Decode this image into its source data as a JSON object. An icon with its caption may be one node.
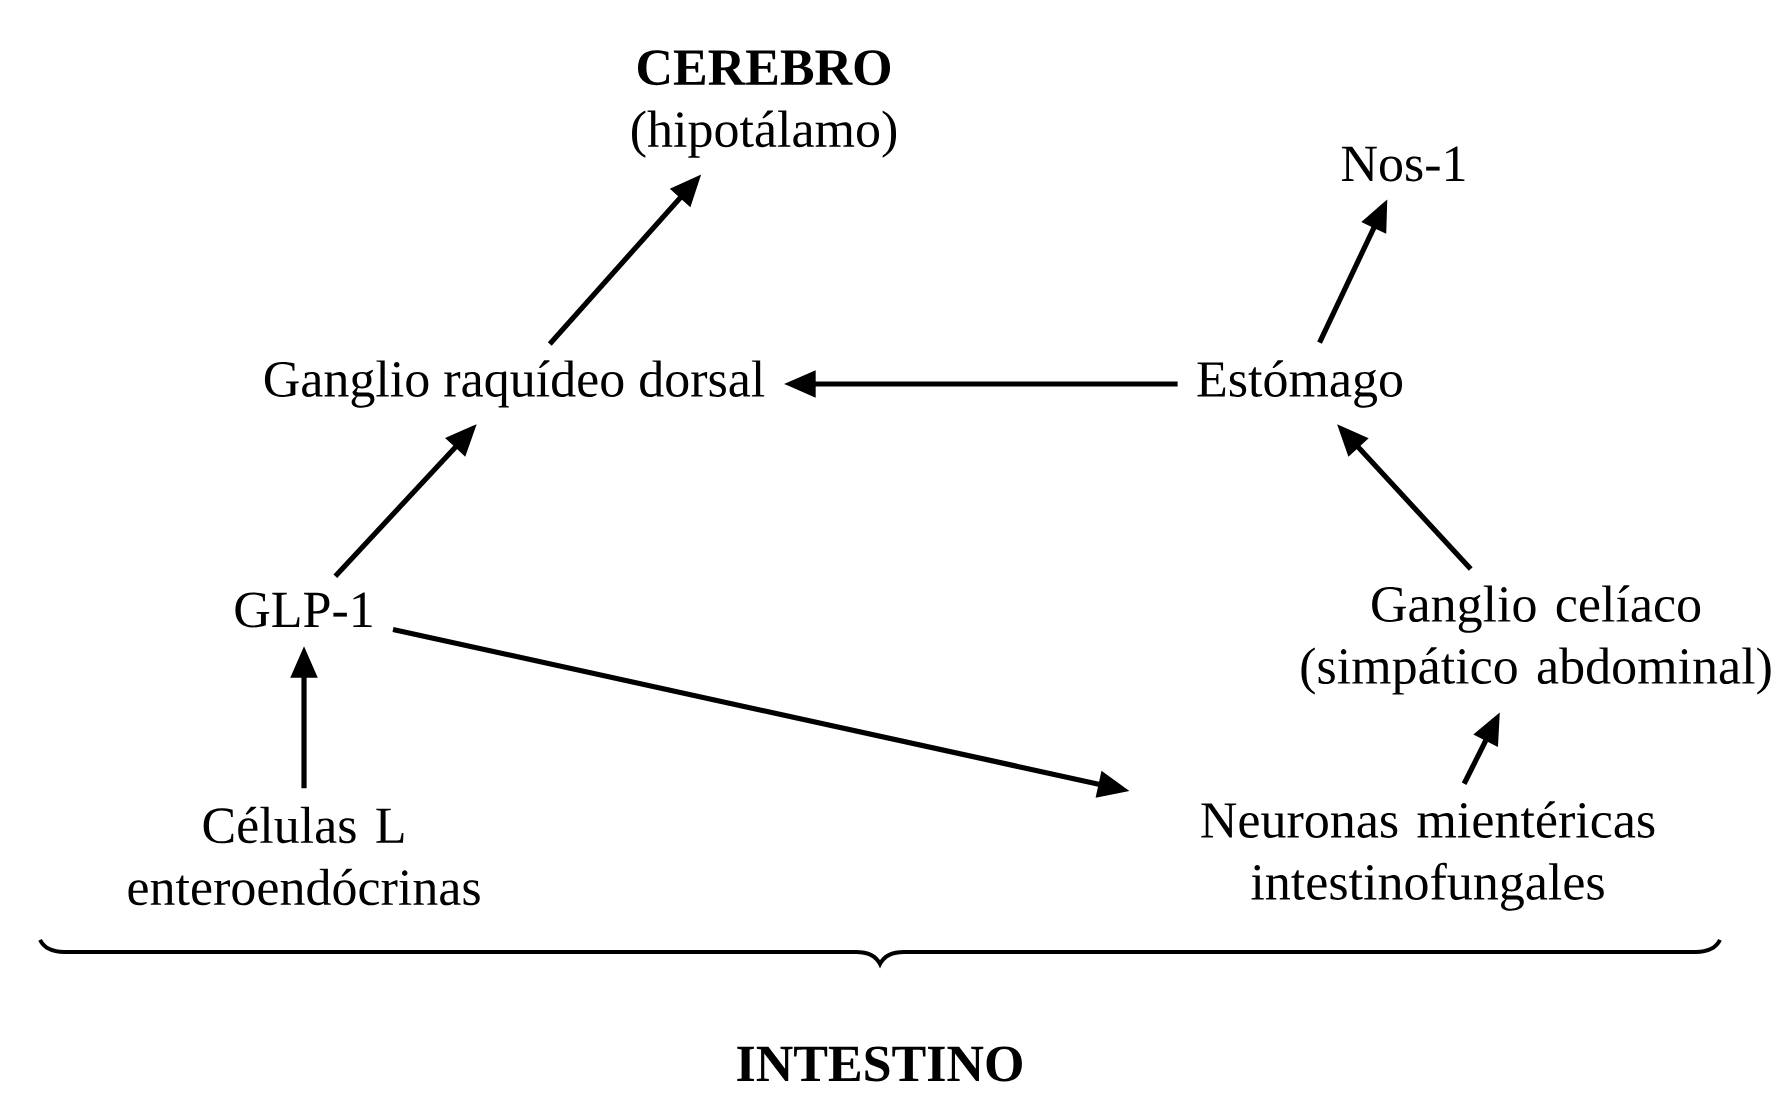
{
  "diagram": {
    "nodes": [
      {
        "text": [
          "CEREBRO",
          "(hipotálamo)"
        ]
      },
      {
        "text": [
          "Nos-1"
        ]
      },
      {
        "text": [
          "Ganglio raquídeo dorsal"
        ]
      },
      {
        "text": [
          "Estómago"
        ]
      },
      {
        "text": [
          "GLP-1"
        ]
      },
      {
        "text": [
          "Ganglio celíaco (simpático abdominal)"
        ]
      },
      {
        "text": [
          "Células L enteroendócrinas"
        ]
      },
      {
        "text": [
          "Neuronas mientéricas intestinofungales"
        ]
      }
    ],
    "edges": [
      {
        "from": 2,
        "to": 0,
        "arrow": "to"
      },
      {
        "from": 3,
        "to": 1,
        "arrow": "to"
      },
      {
        "from": 3,
        "to": 2,
        "arrow": "to"
      },
      {
        "from": 4,
        "to": 2,
        "arrow": "to"
      },
      {
        "from": 5,
        "to": 3,
        "arrow": "to"
      },
      {
        "from": 6,
        "to": 4,
        "arrow": "to"
      },
      {
        "from": 4,
        "to": 7,
        "arrow": "to"
      },
      {
        "from": 7,
        "to": 5,
        "arrow": "to"
      }
    ],
    "labels": [
      "INTESTINO"
    ]
  }
}
